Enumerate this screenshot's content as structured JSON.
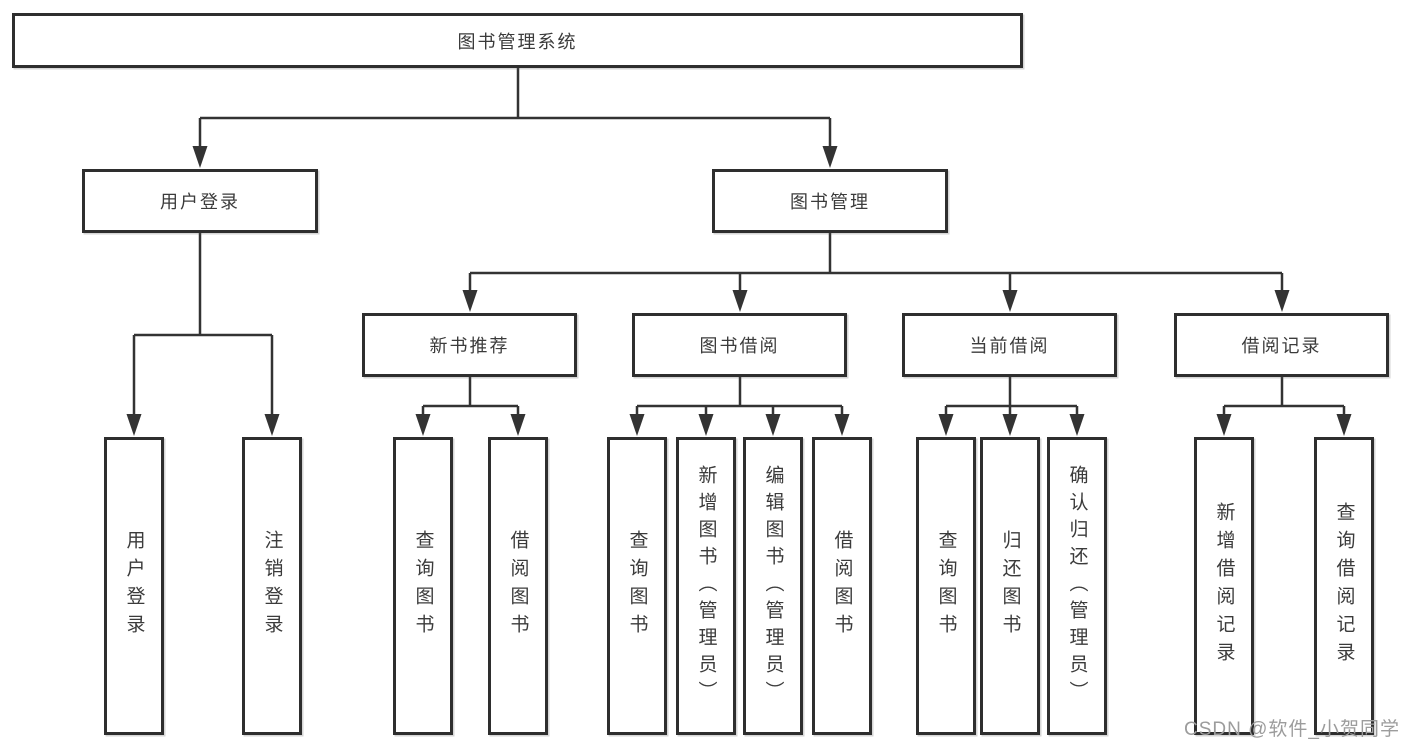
{
  "tree": {
    "root": {
      "label": "图书管理系统",
      "children": [
        {
          "label": "用户登录",
          "children": [
            {
              "label": "用户登录"
            },
            {
              "label": "注销登录"
            }
          ]
        },
        {
          "label": "图书管理",
          "children": [
            {
              "label": "新书推荐",
              "children": [
                {
                  "label": "查询图书"
                },
                {
                  "label": "借阅图书"
                }
              ]
            },
            {
              "label": "图书借阅",
              "children": [
                {
                  "label": "查询图书"
                },
                {
                  "label": "新增图书（管理员）"
                },
                {
                  "label": "编辑图书（管理员）"
                },
                {
                  "label": "借阅图书"
                }
              ]
            },
            {
              "label": "当前借阅",
              "children": [
                {
                  "label": "查询图书"
                },
                {
                  "label": "归还图书"
                },
                {
                  "label": "确认归还（管理员）"
                }
              ]
            },
            {
              "label": "借阅记录",
              "children": [
                {
                  "label": "新增借阅记录"
                },
                {
                  "label": "查询借阅记录"
                }
              ]
            }
          ]
        }
      ]
    }
  },
  "watermark": {
    "text": "CSDN @软件_小贺同学"
  },
  "colors": {
    "line": "#333333",
    "box_border": "#2e2e2e",
    "text": "#3b3b3b",
    "watermark": "#9c9c9c",
    "background": "#ffffff"
  }
}
